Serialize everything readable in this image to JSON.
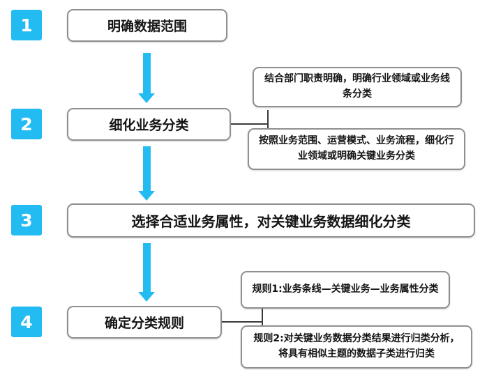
{
  "colors": {
    "accent": "#23bcf2",
    "border": "#8f8f8f",
    "connector": "#3a3a3a"
  },
  "steps": [
    {
      "number": "1",
      "label": "明确数据范围"
    },
    {
      "number": "2",
      "label": "细化业务分类"
    },
    {
      "number": "3",
      "label": "选择合适业务属性，对关键业务数据细化分类"
    },
    {
      "number": "4",
      "label": "确定分类规则"
    }
  ],
  "annotations": {
    "step2": [
      {
        "text": "结合部门职责明确，明确行业领域或业务线条分类"
      },
      {
        "text": "按照业务范围、运营模式、业务流程，细化行业领域或明确关键业务分类"
      }
    ],
    "step4": [
      {
        "text": "规则1:业务条线—关键业务—业务属性分类"
      },
      {
        "text": "规则2:对关键业务数据分类结果进行归类分析，将具有相似主题的数据子类进行归类"
      }
    ]
  }
}
